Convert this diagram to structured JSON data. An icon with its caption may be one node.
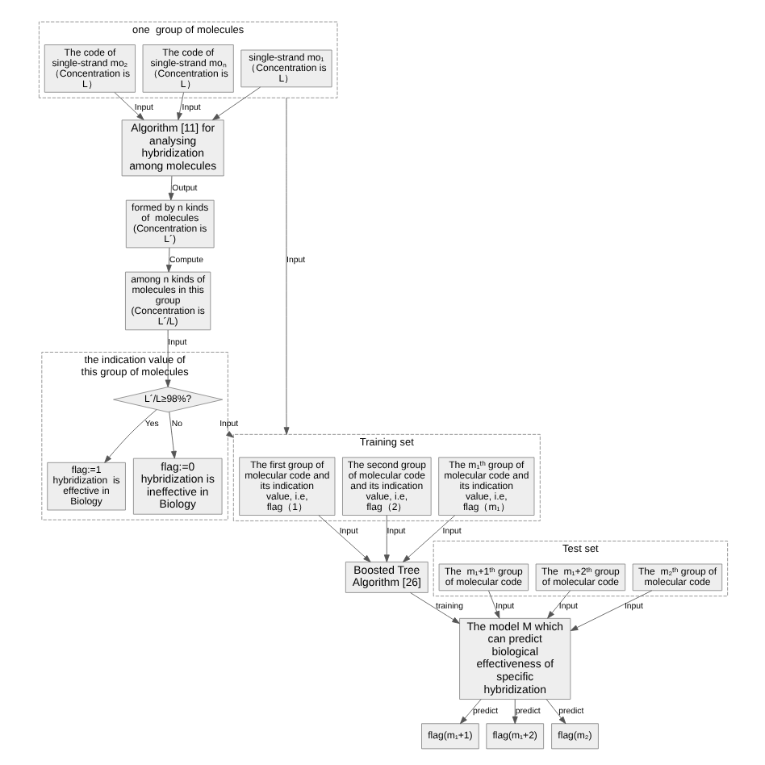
{
  "diagram": {
    "nodes": [
      {
        "text": [
          "one  group of molecules"
        ]
      },
      {
        "text": [
          "single-strand mo₁ （Concentration is L）"
        ],
        "in": 0
      },
      {
        "text": [
          "The code of single-strand mo₂ （Concentration is L）"
        ],
        "in": 0
      },
      {
        "text": [
          "The code of single-strand moₙ （Concentration is L）"
        ],
        "in": 0
      },
      {
        "text": [
          "Algorithm [11] for analysing hybridization among molecules"
        ]
      },
      {
        "text": [
          "formed by n kinds of  molecules",
          "(Concentration is L´)"
        ]
      },
      {
        "text": [
          "among n kinds of molecules in this group",
          "(Concentration is L´/L)"
        ]
      },
      {
        "text": [
          "the indication value of this group of molecules"
        ]
      },
      {
        "text": [
          "L´/L≥98%?"
        ],
        "in": 7
      },
      {
        "text": [
          "flag:=1",
          "hybridization  is effective in Biology"
        ],
        "in": 7
      },
      {
        "text": [
          "flag:=0",
          "hybridization is ineffective in Biology"
        ],
        "in": 7
      },
      {
        "text": [
          "Training set"
        ]
      },
      {
        "text": [
          "The first group of molecular code and its indication value, i.e,  flag（1）"
        ],
        "in": 11
      },
      {
        "text": [
          "The second group of molecular code and its indication value, i.e,  flag（2）"
        ],
        "in": 11
      },
      {
        "text": [
          "The m₁ᵗʰ group of molecular code and its indication value, i.e,  flag（m₁）"
        ],
        "in": 11
      },
      {
        "text": [
          "Boosted Tree Algorithm [26]"
        ]
      },
      {
        "text": [
          "Test set"
        ]
      },
      {
        "text": [
          "The  m₁+1ᵗʰ group of molecular code"
        ],
        "in": 16
      },
      {
        "text": [
          "The  m₁+2ᵗʰ group of molecular code"
        ],
        "in": 16
      },
      {
        "text": [
          "The  m₂ᵗʰ group of molecular code"
        ],
        "in": 16
      },
      {
        "text": [
          "The model M which can predict biological effectiveness of specific hybridization"
        ]
      },
      {
        "text": [
          "flag(m₁+1)"
        ]
      },
      {
        "text": [
          "flag(m₁+2)"
        ]
      },
      {
        "text": [
          "flag(m₂)"
        ]
      }
    ],
    "edges": [
      {
        "from": 1,
        "to": 4,
        "arrow": "to"
      },
      {
        "from": 2,
        "to": 4,
        "arrow": "to",
        "label": "Input"
      },
      {
        "from": 3,
        "to": 4,
        "arrow": "to",
        "label": "Input"
      },
      {
        "from": 4,
        "to": 5,
        "arrow": "to",
        "label": "Output"
      },
      {
        "from": 5,
        "to": 6,
        "arrow": "to",
        "label": "Compute"
      },
      {
        "from": 6,
        "to": 8,
        "arrow": "to",
        "label": "Input"
      },
      {
        "from": 8,
        "to": 9,
        "arrow": "to",
        "label": "Yes"
      },
      {
        "from": 8,
        "to": 10,
        "arrow": "to",
        "label": "No"
      },
      {
        "from": 0,
        "to": 11,
        "arrow": "to",
        "label": "Input"
      },
      {
        "from": 7,
        "to": 11,
        "arrow": "to",
        "label": "Input"
      },
      {
        "from": 12,
        "to": 15,
        "arrow": "to",
        "label": "Input"
      },
      {
        "from": 13,
        "to": 15,
        "arrow": "to",
        "label": "Input"
      },
      {
        "from": 14,
        "to": 15,
        "arrow": "to",
        "label": "Input"
      },
      {
        "from": 15,
        "to": 20,
        "arrow": "to",
        "label": "training"
      },
      {
        "from": 17,
        "to": 20,
        "arrow": "to",
        "label": "Input"
      },
      {
        "from": 18,
        "to": 20,
        "arrow": "to",
        "label": "Input"
      },
      {
        "from": 19,
        "to": 20,
        "arrow": "to",
        "label": "Input"
      },
      {
        "from": 20,
        "to": 21,
        "arrow": "to",
        "label": "predict"
      },
      {
        "from": 20,
        "to": 22,
        "arrow": "to",
        "label": "predict"
      },
      {
        "from": 20,
        "to": 23,
        "arrow": "to",
        "label": "predict"
      }
    ]
  }
}
